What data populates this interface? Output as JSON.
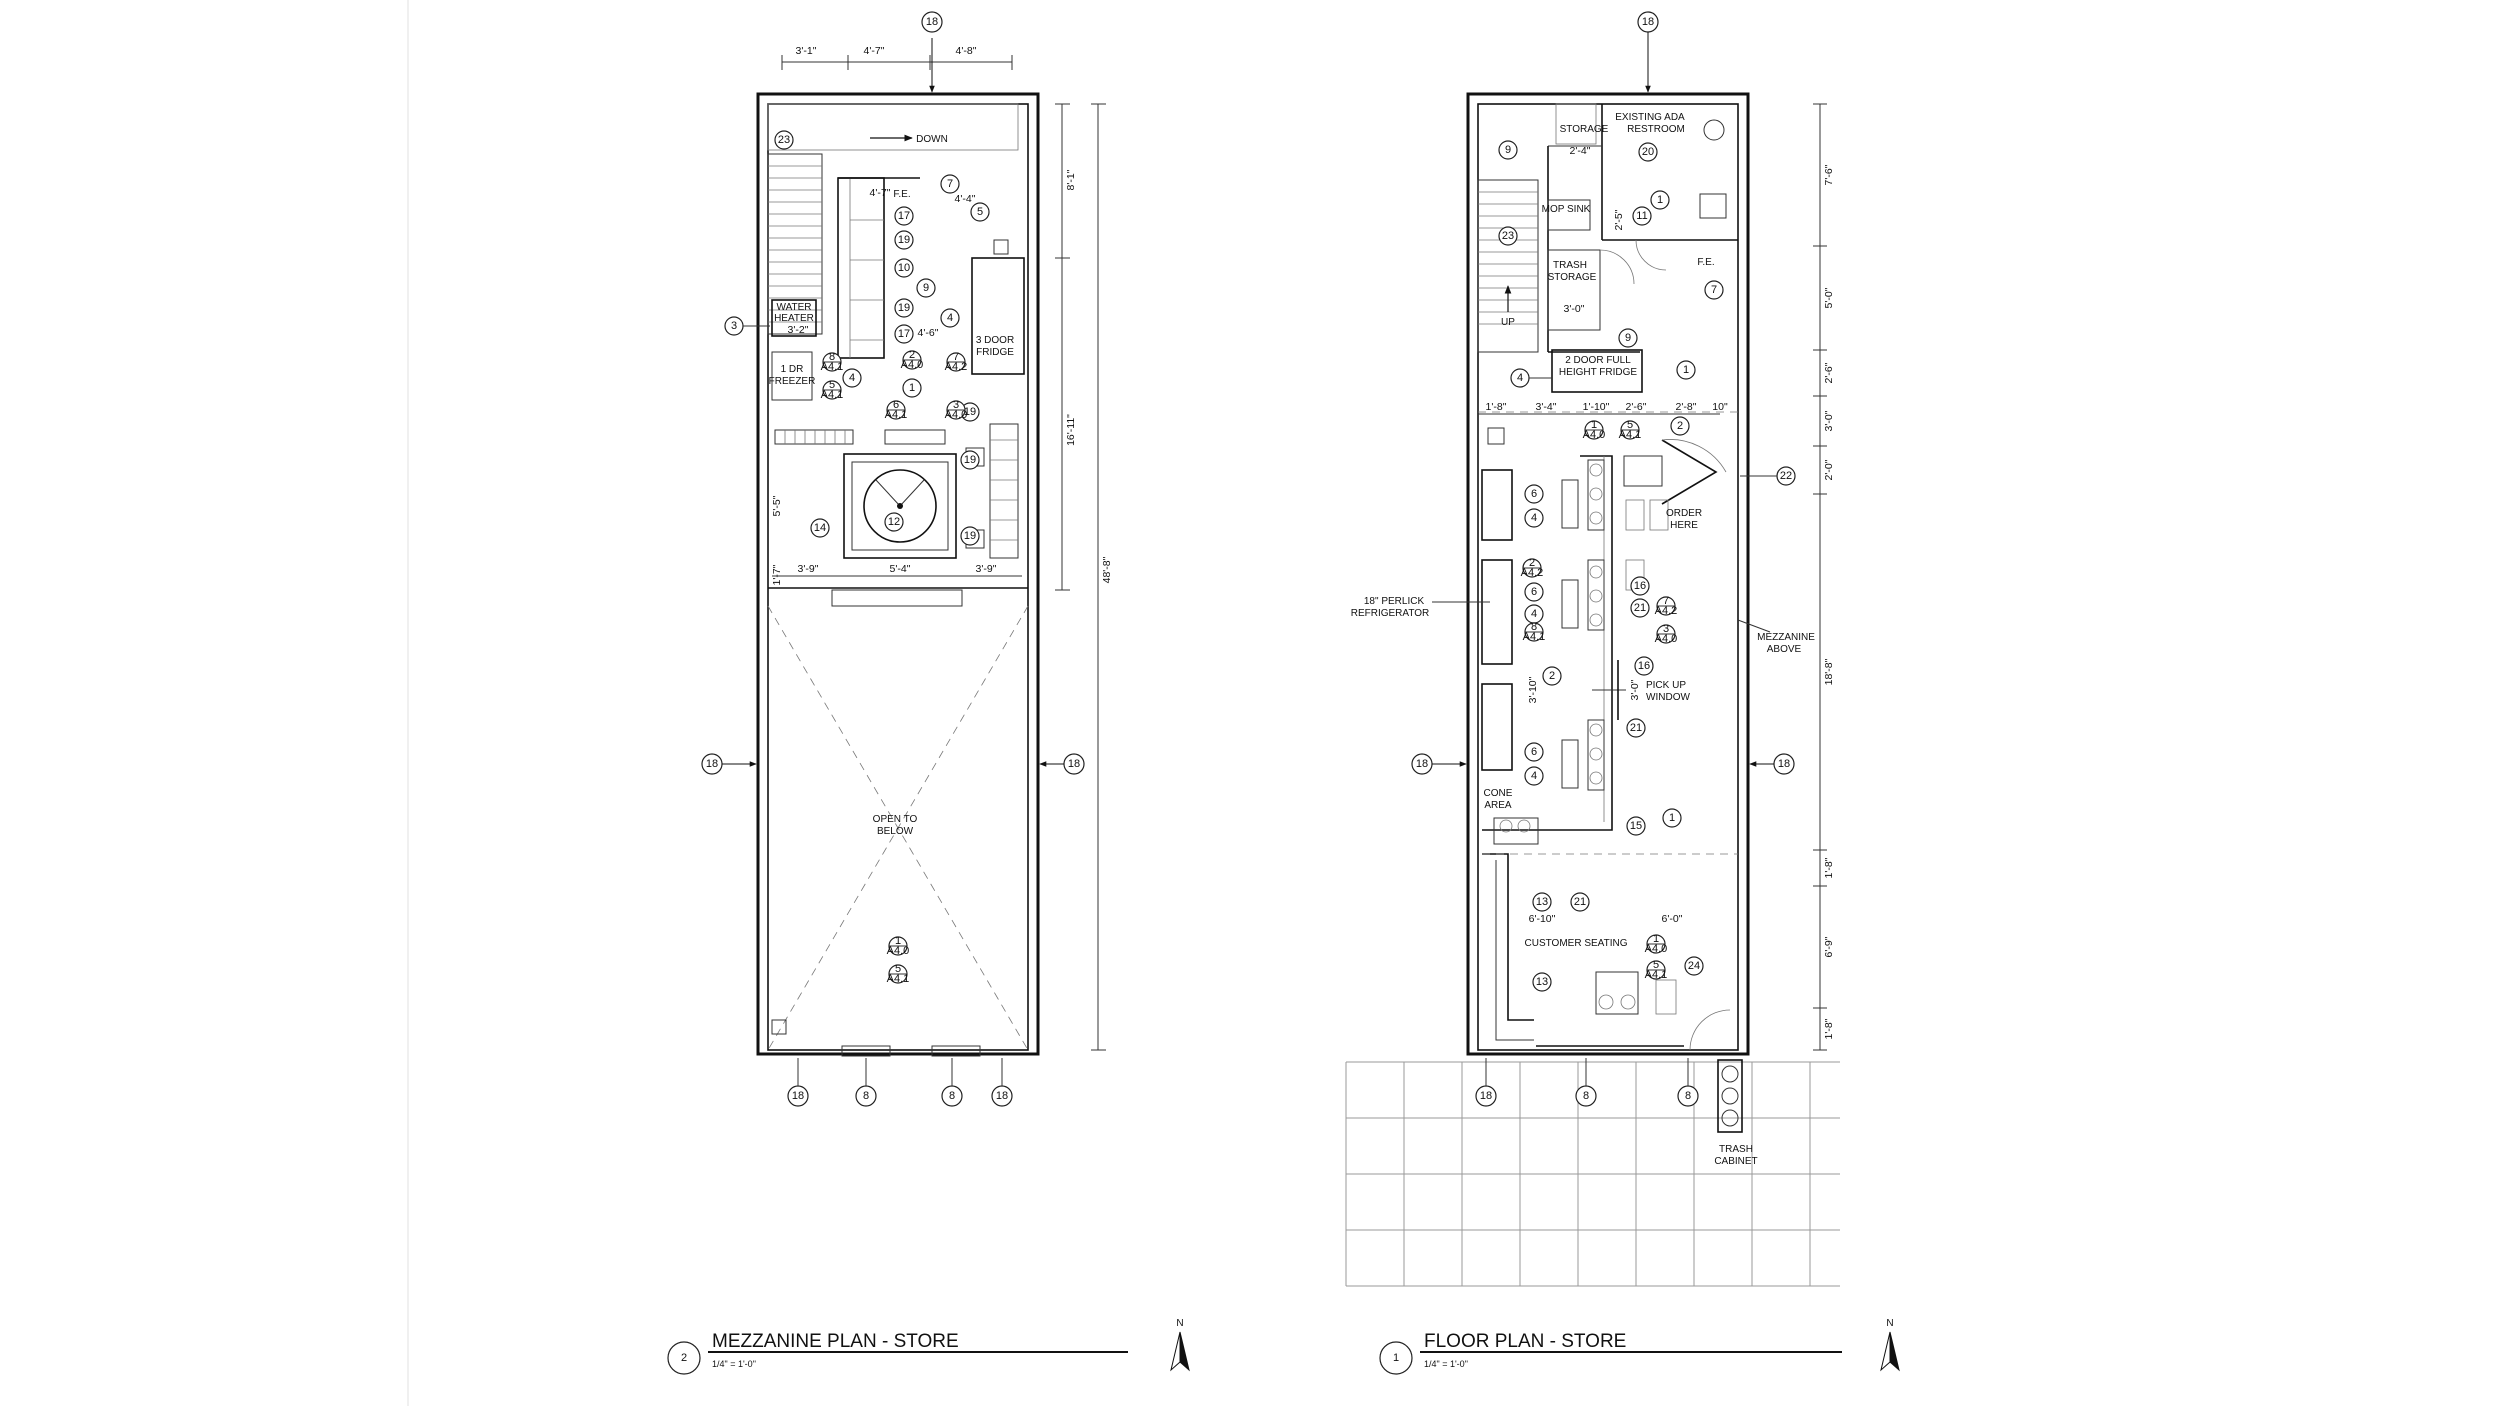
{
  "sheet": {
    "background": "#ffffff",
    "line_color": "#111111"
  },
  "mezzanine": {
    "drawing_number": "2",
    "title": "MEZZANINE PLAN - STORE",
    "scale": "1/4\" = 1'-0\"",
    "north_label": "N",
    "room_labels": {
      "down": "DOWN",
      "fe": "F.E.",
      "water_heater_1": "WATER",
      "water_heater_2": "HEATER",
      "freezer_1": "1 DR",
      "freezer_2": "FREEZER",
      "fridge_1": "3 DOOR",
      "fridge_2": "FRIDGE",
      "open_1": "OPEN TO",
      "open_2": "BELOW"
    },
    "dimensions": {
      "top_1": "3'-1\"",
      "top_2": "4'-7\"",
      "top_3": "4'-8\"",
      "right_1": "8'-1\"",
      "right_2": "16'-11\"",
      "right_total": "48'-8\"",
      "left_1": "5'-5\"",
      "left_2": "1'-7\"",
      "bot_1": "3'-9\"",
      "bot_2": "5'-4\"",
      "bot_3": "3'-9\"",
      "inner_1": "4'-7\"",
      "inner_2": "4'-4\"",
      "inner_3": "4'-6\"",
      "inner_4": "3'-2\""
    },
    "keynotes": {
      "k23": "23",
      "k7": "7",
      "k5": "5",
      "k17a": "17",
      "k19a": "19",
      "k10": "10",
      "k9": "9",
      "k19b": "19",
      "k4a": "4",
      "k17b": "17",
      "k3": "3",
      "k4b": "4",
      "k1": "1",
      "k19c": "19",
      "k19d": "19",
      "k14": "14",
      "k12": "12",
      "k19e": "19",
      "grid_top": "18",
      "grid_left": "18",
      "grid_right": "18",
      "b18a": "18",
      "b8a": "8",
      "b8b": "8",
      "b18b": "18"
    },
    "section_refs": {
      "s1_num": "8",
      "s1_sheet": "A4.1",
      "s2_num": "2",
      "s2_sheet": "A4.0",
      "s3_num": "7",
      "s3_sheet": "A4.2",
      "s4_num": "5",
      "s4_sheet": "A4.1",
      "s5_num": "6",
      "s5_sheet": "A4.1",
      "s6_num": "3",
      "s6_sheet": "A4.0",
      "s7_num": "1",
      "s7_sheet": "A4.0",
      "s8_num": "5",
      "s8_sheet": "A4.1"
    }
  },
  "floor": {
    "drawing_number": "1",
    "title": "FLOOR PLAN - STORE",
    "scale": "1/4\" = 1'-0\"",
    "north_label": "N",
    "room_labels": {
      "restroom_1": "EXISTING ADA",
      "restroom_2": "RESTROOM",
      "storage": "STORAGE",
      "mop_sink": "MOP SINK",
      "trash_1": "TRASH",
      "trash_2": "STORAGE",
      "fe": "F.E.",
      "up": "UP",
      "fridge_1": "2 DOOR FULL",
      "fridge_2": "HEIGHT FRIDGE",
      "order_1": "ORDER",
      "order_2": "HERE",
      "perlick_1": "18\" PERLICK",
      "perlick_2": "REFRIGERATOR",
      "mezz_1": "MEZZANINE",
      "mezz_2": "ABOVE",
      "pickup_1": "PICK UP",
      "pickup_2": "WINDOW",
      "cone_1": "CONE",
      "cone_2": "AREA",
      "seating": "CUSTOMER SEATING",
      "trash_cab_1": "TRASH",
      "trash_cab_2": "CABINET"
    },
    "dimensions": {
      "right_1": "7'-6\"",
      "right_2": "5'-0\"",
      "right_3": "2'-6\"",
      "right_4": "3'-0\"",
      "right_5": "2'-0\"",
      "right_6": "18'-8\"",
      "right_7": "1'-8\"",
      "right_8": "6'-9\"",
      "right_9": "1'-8\"",
      "row_1": "1'-8\"",
      "row_2": "3'-4\"",
      "row_3": "1'-10\"",
      "row_4": "2'-6\"",
      "row_5": "2'-8\"",
      "row_6": "10\"",
      "inner_1": "2'-4\"",
      "inner_2": "2'-5\"",
      "inner_3": "3'-0\"",
      "inner_4": "3'-10\"",
      "inner_5": "3'-0\"",
      "inner_6": "6'-10\"",
      "inner_7": "6'-0\""
    },
    "keynotes": {
      "k9": "9",
      "k20": "20",
      "k1a": "1",
      "k11": "11",
      "k23": "23",
      "k7": "7",
      "k9b": "9",
      "k1b": "1",
      "k4a": "4",
      "k2a": "2",
      "k22": "22",
      "k6a": "6",
      "k4b": "4",
      "k16a": "16",
      "k6b": "6",
      "k4c": "4",
      "k21a": "21",
      "k2b": "2",
      "k16b": "16",
      "k21b": "21",
      "k6c": "6",
      "k4d": "4",
      "k1c": "1",
      "k15": "15",
      "k13a": "13",
      "k21c": "21",
      "k13b": "13",
      "k24": "24",
      "grid_top": "18",
      "grid_left": "18",
      "grid_right": "18",
      "b18": "18",
      "b8a": "8",
      "b8b": "8"
    },
    "section_refs": {
      "s1_num": "1",
      "s1_sheet": "A4.0",
      "s2_num": "5",
      "s2_sheet": "A4.1",
      "s3_num": "2",
      "s3_sheet": "A4.2",
      "s4_num": "8",
      "s4_sheet": "A4.1",
      "s5_num": "7",
      "s5_sheet": "A4.2",
      "s6_num": "3",
      "s6_sheet": "A4.0",
      "s7_num": "1",
      "s7_sheet": "A4.0",
      "s8_num": "5",
      "s8_sheet": "A4.1"
    }
  }
}
